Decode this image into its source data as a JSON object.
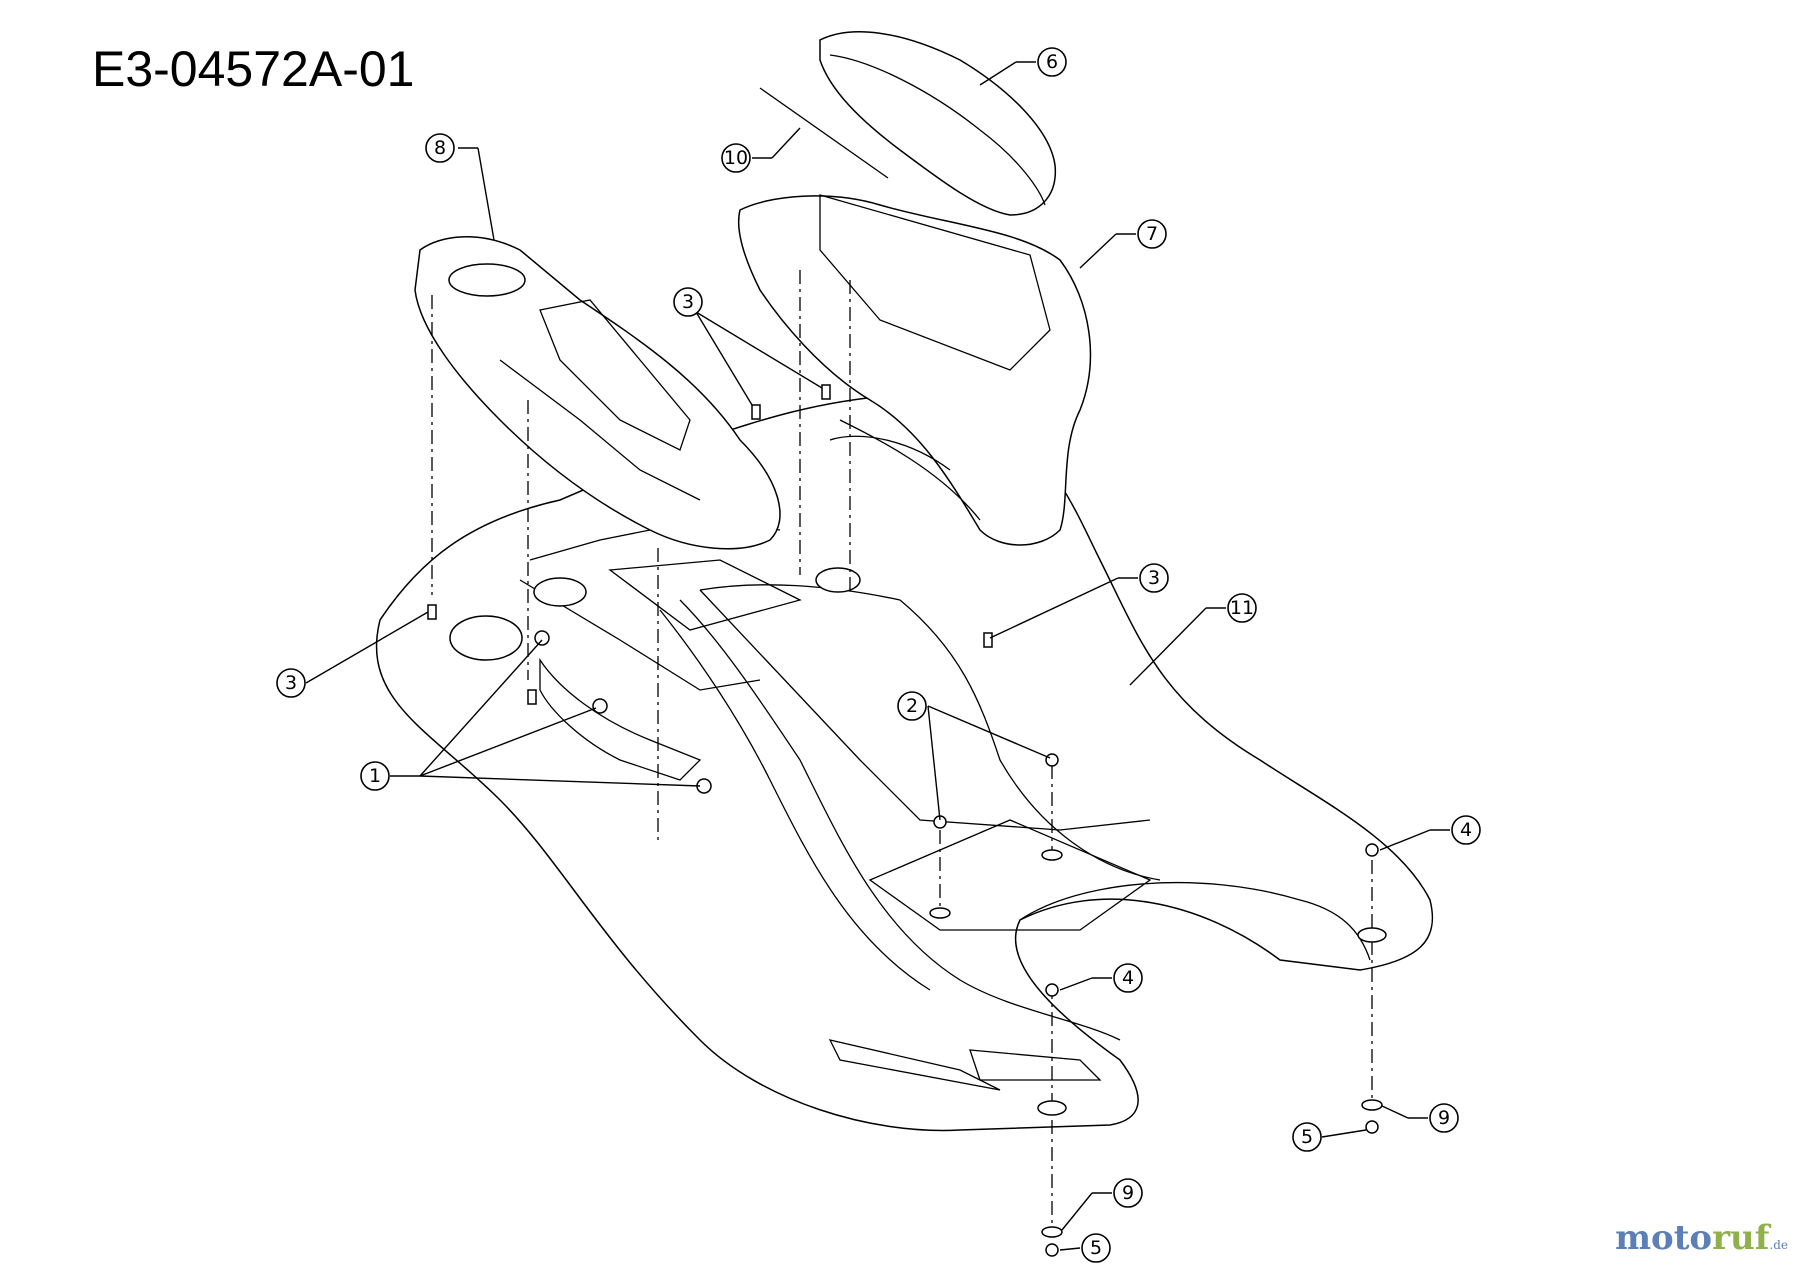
{
  "diagram": {
    "title": "E3-04572A-01",
    "callouts": [
      "1",
      "2",
      "3",
      "3",
      "3",
      "4",
      "4",
      "5",
      "5",
      "6",
      "7",
      "8",
      "9",
      "9",
      "10",
      "11"
    ]
  },
  "watermark": {
    "text_a": "moto",
    "text_b": "ruf",
    "tld": ".de",
    "color_a": "#5c7fb8",
    "color_b": "#8fb04a"
  }
}
